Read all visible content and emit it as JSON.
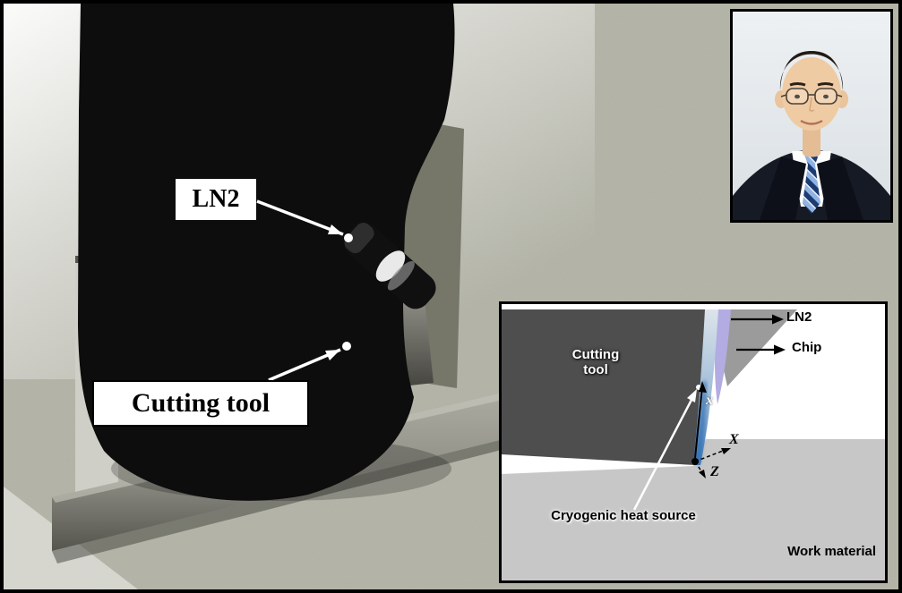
{
  "figure": {
    "main": {
      "ln2_label": "LN2",
      "cutting_tool_label": "Cutting tool"
    },
    "inset": {
      "cutting_tool_l1": "Cutting",
      "cutting_tool_l2": "tool",
      "ln2_label": "LN2",
      "chip_label": "Chip",
      "cryogenic_label": "Cryogenic heat source",
      "work_material_label": "Work material",
      "axis_x": "x",
      "axis_X": "X",
      "axis_Z": "Z"
    },
    "colors": {
      "background": "#b0b1a3",
      "speckle": "#7e7f72",
      "tool_black": "#0d0d0d",
      "clamp_gray": "#767669",
      "strip_gray": "#cfcfc8",
      "inset_tool_gray": "#4e4e4e",
      "work_material_gray": "#c7c7c7",
      "ln2_purple": "#b2ace2",
      "wedge_gray": "#9b9b9b",
      "chip_blue_deep": "#2f6cb0",
      "arrow_white": "#ffffff"
    }
  }
}
